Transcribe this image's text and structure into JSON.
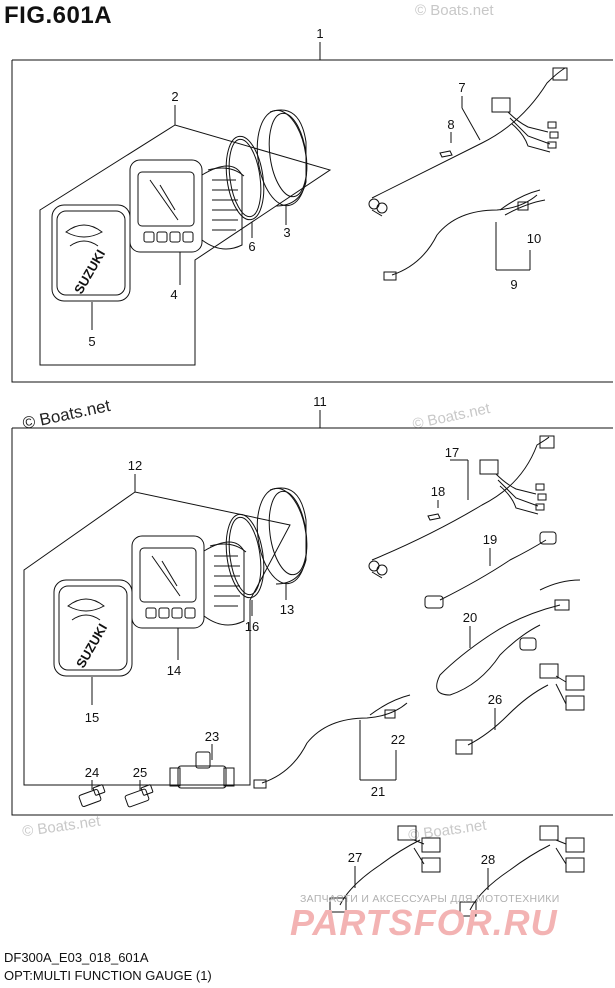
{
  "figure": {
    "title": "FIG.601A",
    "footer_code": "DF300A_E03_018_601A",
    "footer_caption": "OPT:MULTI FUNCTION GAUGE (1)"
  },
  "watermarks": {
    "boats_top_right": "© Boats.net",
    "boats_mid_left": "© Boats.net",
    "boats_mid_right": "© Boats.net",
    "boats_bottom_left": "© Boats.net",
    "boats_bottom_center": "© Boats.net",
    "partsfor_subtitle": "ЗАПЧАСТИ И АКСЕССУАРЫ ДЛЯ МОТОТЕХНИКИ",
    "partsfor_logo": "PARTSFOR.RU"
  },
  "brand_logo_text": "SUZUKI",
  "callouts": {
    "c1": "1",
    "c2": "2",
    "c3": "3",
    "c4": "4",
    "c5": "5",
    "c6": "6",
    "c7": "7",
    "c8": "8",
    "c9": "9",
    "c10": "10",
    "c11": "11",
    "c12": "12",
    "c13": "13",
    "c14": "14",
    "c15": "15",
    "c16": "16",
    "c17": "17",
    "c18": "18",
    "c19": "19",
    "c20": "20",
    "c21": "21",
    "c22": "22",
    "c23": "23",
    "c24": "24",
    "c25": "25",
    "c26": "26",
    "c27": "27",
    "c28": "28"
  },
  "colors": {
    "line": "#111111",
    "watermark": "#c8c8c8",
    "logo_red": "#f3b3b3"
  }
}
